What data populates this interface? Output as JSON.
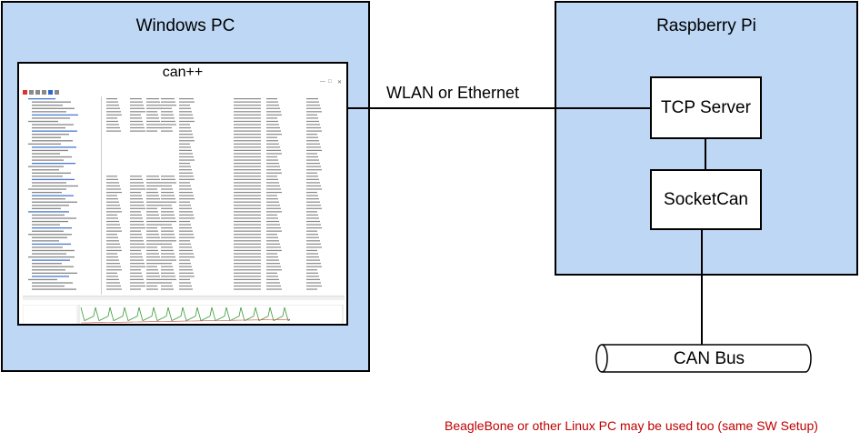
{
  "pc": {
    "title": "Windows PC"
  },
  "pi": {
    "title": "Raspberry Pi"
  },
  "app": {
    "title": "can++"
  },
  "link": {
    "label": "WLAN or Ethernet"
  },
  "tcp_server": {
    "label": "TCP Server"
  },
  "socketcan": {
    "label": "SocketCan"
  },
  "can_bus": {
    "label": "CAN Bus"
  },
  "note": {
    "text": "BeagleBone or other Linux PC may be used too (same SW Setup)"
  },
  "colors": {
    "box_fill": "#bdd7f5",
    "note": "#c00000",
    "plot_green": "#3a9a3a",
    "plot_red": "#d04a4a"
  }
}
